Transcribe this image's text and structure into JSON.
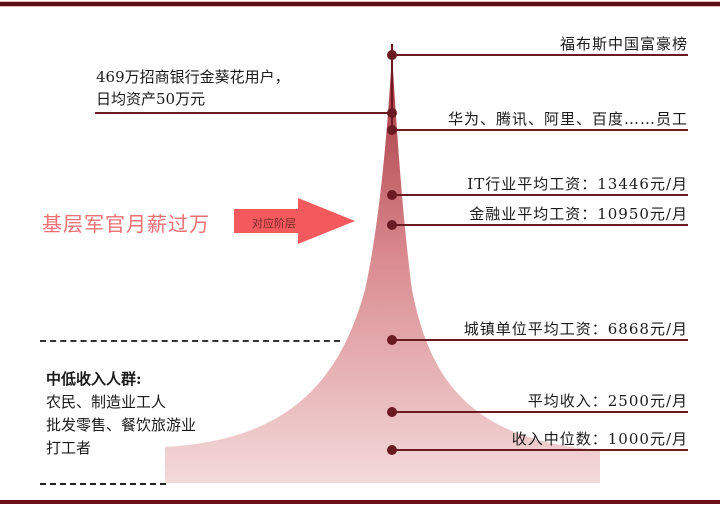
{
  "diagram": {
    "title_left": "基层军官月薪过万",
    "arrow_label": "对应阶层",
    "top_left_note": {
      "line1": "469万招商银行金葵花用户，",
      "line2": "日均资产50万元"
    },
    "levels": [
      {
        "id": "forbes",
        "label": "福布斯中国富豪榜"
      },
      {
        "id": "bigtech",
        "label": "华为、腾讯、阿里、百度……员工"
      },
      {
        "id": "it",
        "label": "IT行业平均工资：13446元/月"
      },
      {
        "id": "finance",
        "label": "金融业平均工资：10950元/月"
      },
      {
        "id": "urban",
        "label": "城镇单位平均工资：6868元/月"
      },
      {
        "id": "avg",
        "label": "平均收入：2500元/月"
      },
      {
        "id": "median",
        "label": "收入中位数：1000元/月"
      }
    ],
    "low_income": {
      "heading": "中低收入人群:",
      "lines": [
        "农民、制造业工人",
        "批发零售、餐饮旅游业",
        "打工者"
      ]
    },
    "colors": {
      "accent_dark": "#6a1a20",
      "spike_top": "#b4454c",
      "spike_bottom": "#f2d6d6",
      "arrow": "#f25a5e",
      "red_text": "#ef6f74"
    }
  }
}
